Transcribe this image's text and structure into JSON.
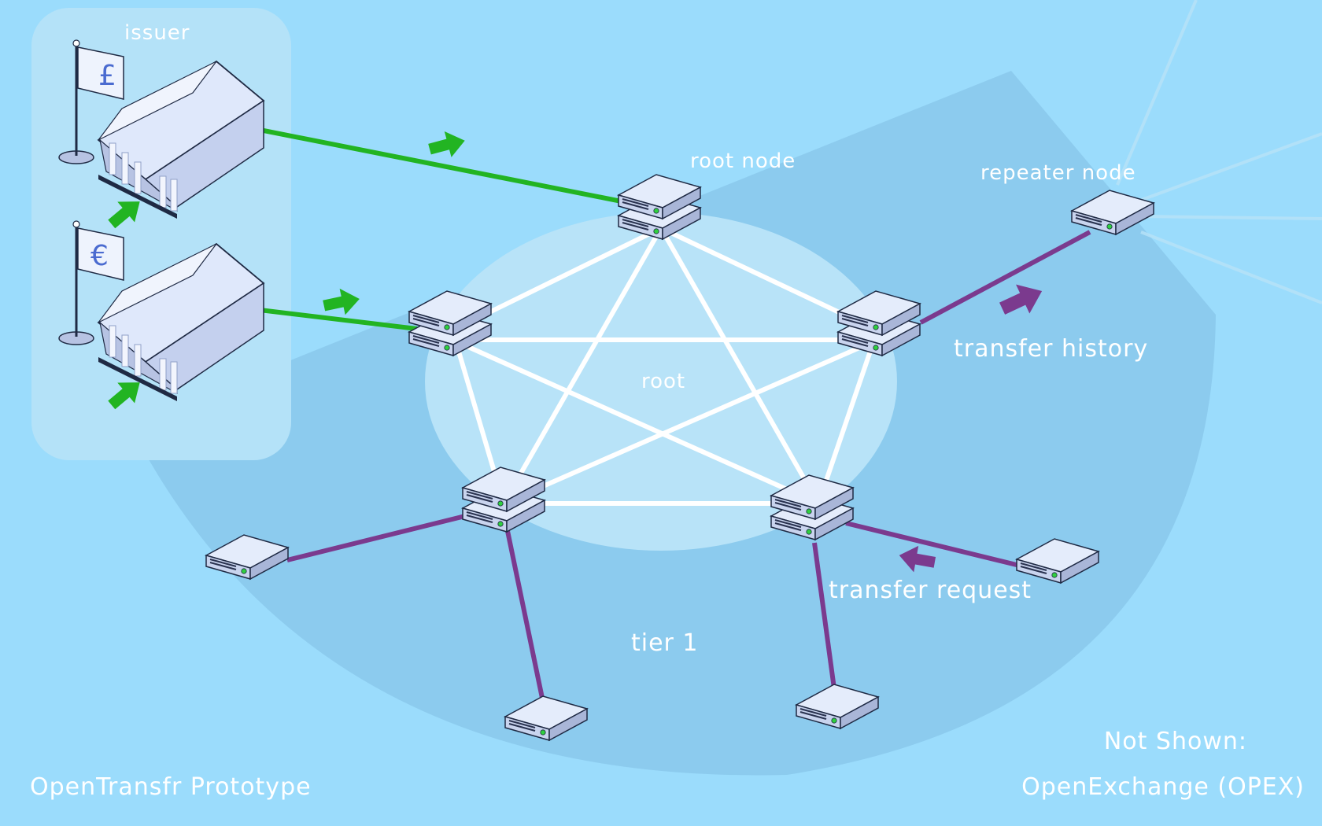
{
  "labels": {
    "issuer": "issuer",
    "root_node": "root node",
    "repeater_node": "repeater node",
    "root": "root",
    "transfer_history": "transfer history",
    "transfer_request": "transfer request",
    "tier_1": "tier 1",
    "prototype": "OpenTransfr Prototype",
    "not_shown": "Not Shown:",
    "open_exchange": "OpenExchange (OPEX)"
  },
  "currencies": [
    "£",
    "€"
  ],
  "colors": {
    "background": "#9bdcfc",
    "tier1_region": "#8ccbee",
    "root_region": "#b8e3f8",
    "issuer_panel": "#b4e2f8",
    "issuer_link": "#22b422",
    "tier_link": "#7b3a8e",
    "root_link": "#ffffff",
    "server_top": "#e4ecfb",
    "server_side": "#b7c2e0",
    "server_led": "#2fcf3f"
  },
  "icons": [
    "bank-building-icon",
    "flag-icon",
    "server-icon",
    "arrow-icon"
  ]
}
